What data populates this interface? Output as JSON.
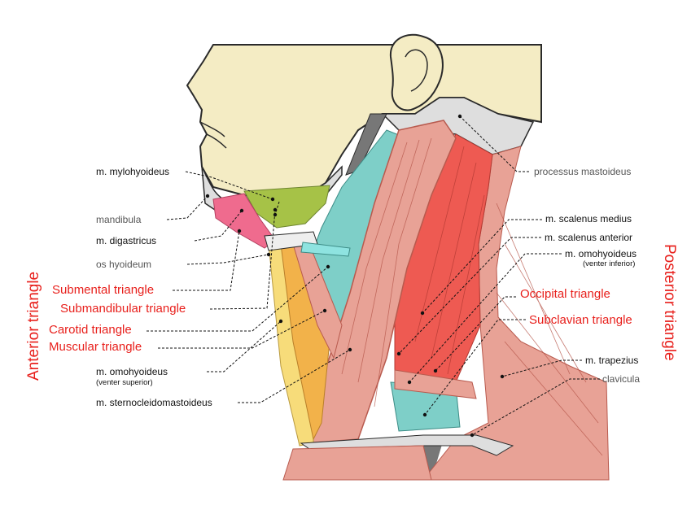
{
  "labels_left": {
    "mylohyoideus": "m. mylohyoideus",
    "mandibula": "mandibula",
    "digastricus": "m. digastricus",
    "hyoideum": "os hyoideum",
    "submental": "Submental triangle",
    "submandibular": "Submandibular triangle",
    "carotid": "Carotid triangle",
    "muscular": "Muscular triangle",
    "omohyoideus_sup": "m. omohyoideus",
    "omohyoideus_sup_note": "(venter superior)",
    "sternocleido": "m. sternocleidomastoideus"
  },
  "labels_right": {
    "mastoideus": "processus mastoideus",
    "scalenus_medius": "m. scalenus medius",
    "scalenus_anterior": "m. scalenus anterior",
    "omohyoideus_inf": "m. omohyoideus",
    "omohyoideus_inf_note": "(venter inferior)",
    "occipital": "Occipital triangle",
    "subclavian": "Subclavian triangle",
    "trapezius": "m. trapezius",
    "clavicula": "clavicula"
  },
  "side_titles": {
    "anterior": "Anterior triangle",
    "posterior": "Posterior triangle"
  },
  "colors": {
    "skin": "#f4ecc4",
    "bone_gray": "#dedede",
    "muscle": "#e8a296",
    "muscle_dark": "#c96a5c",
    "scalene_red": "#ee5a52",
    "teal": "#7ecfc8",
    "green": "#a6c247",
    "pink": "#ef6b8e",
    "yellow": "#f7dc7a",
    "orange": "#f2b24a",
    "label_red": "#e8201c"
  }
}
